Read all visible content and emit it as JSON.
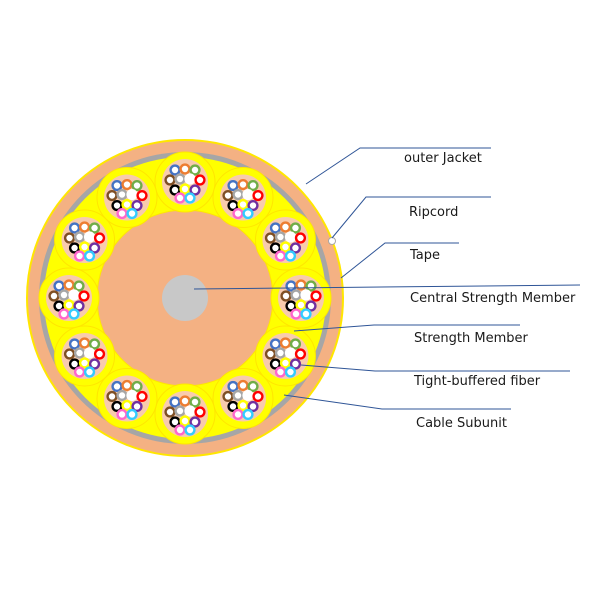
{
  "labels": {
    "outer_jacket": "outer Jacket",
    "ripcord": "Ripcord",
    "tape": "Tape",
    "central_strength_member": "Central Strength Member",
    "strength_member": "Strength Member",
    "tight_buffered_fiber": "Tight-buffered fiber",
    "cable_subunit": "Cable Subunit"
  },
  "colors": {
    "jacket": "#f4b183",
    "jacket_edge": "#ffe600",
    "yellow": "#ffff00",
    "tape": "#a6a6a6",
    "central_member": "#c8c8c8",
    "strength_member": "#f4b183",
    "subunit_inner": "#f8cbad",
    "leader_line": "#2f5597",
    "fiber_colors": [
      "#4472c4",
      "#ed7d31",
      "#70ad47",
      "#7f4f24",
      "#a6a6a6",
      "#ffffff",
      "#ff0000",
      "#000000",
      "#ffff00",
      "#7030a0",
      "#ff66cc",
      "#33ccff"
    ]
  },
  "subunit_count": 12,
  "fibers_per_subunit": 12
}
